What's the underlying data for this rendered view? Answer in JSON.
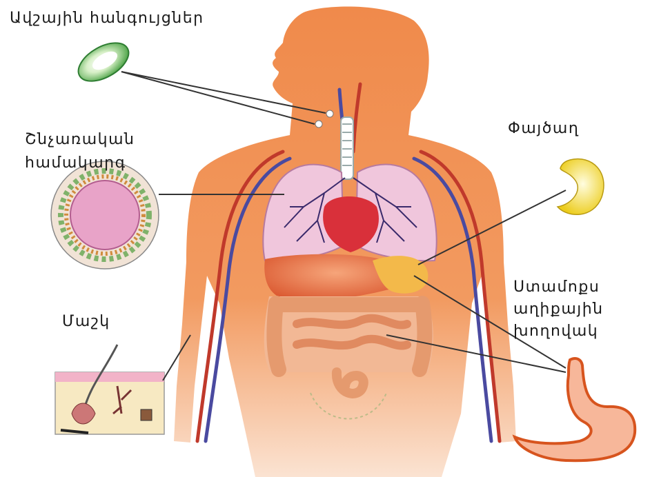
{
  "labels": {
    "lymph_nodes": "Ավշային   հանգույցներ",
    "respiratory_line1": "Շնչառական",
    "respiratory_line2": "համակարգ",
    "liver": "Փայծաղ",
    "skin": "Մաշկ",
    "digestive_line1": "Ստամոքս",
    "digestive_line2": "աղիքային",
    "digestive_line3": "խողովակ"
  },
  "colors": {
    "body_orange": "#f08a4b",
    "body_light": "#f6c19c",
    "lung_pink": "#f0c6dc",
    "bronchi_purple": "#3a2a6b",
    "vessel_red": "#c0392b",
    "vessel_blue": "#4a4aa0",
    "intestine": "#e59a6e",
    "spleen_yellow": "#f7e34a",
    "node_green": "#6fbf5a"
  }
}
